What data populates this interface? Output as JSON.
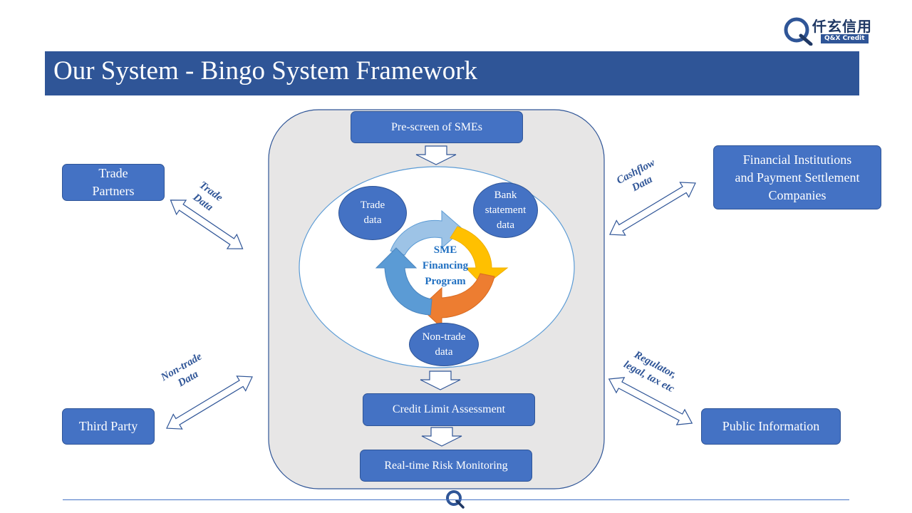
{
  "header": {
    "title": "Our System - Bingo System Framework",
    "logo_cn": "仟玄信用",
    "logo_en": "Q&X Credit"
  },
  "center": {
    "prescreen": "Pre-screen of SMEs",
    "credit_limit": "Credit Limit Assessment",
    "risk_monitoring": "Real-time Risk Monitoring",
    "trade_data": [
      "Trade",
      "data"
    ],
    "bank_data": [
      "Bank",
      "statement",
      "data"
    ],
    "nontrade_data": [
      "Non-trade",
      "data"
    ],
    "program": [
      "SME",
      "Financing",
      "Program"
    ]
  },
  "left": {
    "trade_partners": [
      "Trade",
      "Partners"
    ],
    "third_party": "Third Party",
    "trade_flow": [
      "Trade",
      "Data"
    ],
    "nontrade_flow": [
      "Non-trade",
      "Data"
    ]
  },
  "right": {
    "financial_institutions": [
      "Financial Institutions",
      "and Payment Settlement",
      "Companies"
    ],
    "public_information": "Public Information",
    "cashflow_flow": [
      "Cashflow",
      "Data"
    ],
    "regulator_flow": [
      "Regulator,",
      "legal, tax etc"
    ]
  },
  "colors": {
    "title_bar": "#2f5597",
    "box_fill": "#4472c4",
    "panel_fill": "#e7e6e6",
    "cycle_blue_light": "#9dc3e6",
    "cycle_blue": "#5b9bd5",
    "cycle_yellow": "#ffc000",
    "cycle_orange": "#ed7d31"
  }
}
